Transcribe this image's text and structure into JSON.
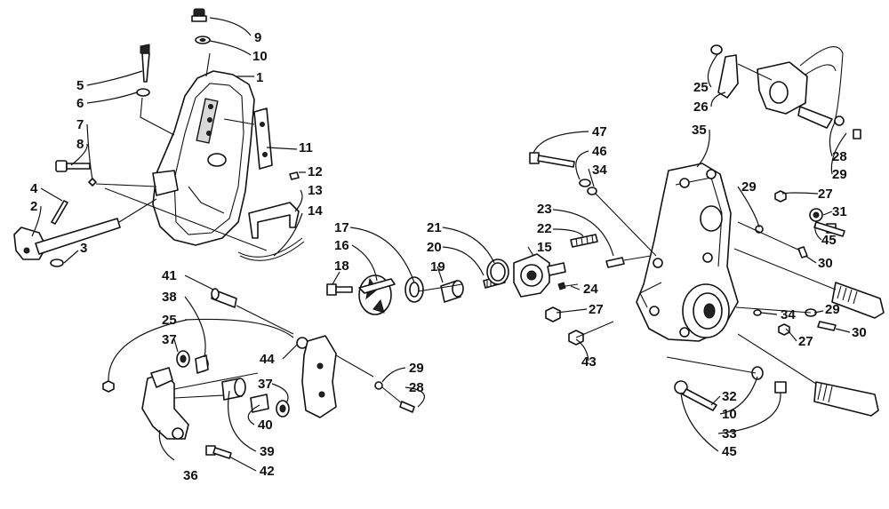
{
  "diagram": {
    "callouts": [
      {
        "id": "c-9",
        "text": "9"
      },
      {
        "id": "c-10a",
        "text": "10"
      },
      {
        "id": "c-1",
        "text": "1"
      },
      {
        "id": "c-5",
        "text": "5"
      },
      {
        "id": "c-6",
        "text": "6"
      },
      {
        "id": "c-7",
        "text": "7"
      },
      {
        "id": "c-8",
        "text": "8"
      },
      {
        "id": "c-4",
        "text": "4"
      },
      {
        "id": "c-2",
        "text": "2"
      },
      {
        "id": "c-3",
        "text": "3"
      },
      {
        "id": "c-11",
        "text": "11"
      },
      {
        "id": "c-12",
        "text": "12"
      },
      {
        "id": "c-13",
        "text": "13"
      },
      {
        "id": "c-14",
        "text": "14"
      },
      {
        "id": "c-17",
        "text": "17"
      },
      {
        "id": "c-16",
        "text": "16"
      },
      {
        "id": "c-18",
        "text": "18"
      },
      {
        "id": "c-21",
        "text": "21"
      },
      {
        "id": "c-20",
        "text": "20"
      },
      {
        "id": "c-19",
        "text": "19"
      },
      {
        "id": "c-23",
        "text": "23"
      },
      {
        "id": "c-22",
        "text": "22"
      },
      {
        "id": "c-15",
        "text": "15"
      },
      {
        "id": "c-24",
        "text": "24"
      },
      {
        "id": "c-27a",
        "text": "27"
      },
      {
        "id": "c-43",
        "text": "43"
      },
      {
        "id": "c-47",
        "text": "47"
      },
      {
        "id": "c-46",
        "text": "46"
      },
      {
        "id": "c-34a",
        "text": "34"
      },
      {
        "id": "c-35",
        "text": "35"
      },
      {
        "id": "c-25a",
        "text": "25"
      },
      {
        "id": "c-26",
        "text": "26"
      },
      {
        "id": "c-28a",
        "text": "28"
      },
      {
        "id": "c-29a",
        "text": "29"
      },
      {
        "id": "c-29b",
        "text": "29"
      },
      {
        "id": "c-27b",
        "text": "27"
      },
      {
        "id": "c-31",
        "text": "31"
      },
      {
        "id": "c-45a",
        "text": "45"
      },
      {
        "id": "c-30a",
        "text": "30"
      },
      {
        "id": "c-34b",
        "text": "34"
      },
      {
        "id": "c-29c",
        "text": "29"
      },
      {
        "id": "c-27c",
        "text": "27"
      },
      {
        "id": "c-30b",
        "text": "30"
      },
      {
        "id": "c-32",
        "text": "32"
      },
      {
        "id": "c-10b",
        "text": "10"
      },
      {
        "id": "c-33",
        "text": "33"
      },
      {
        "id": "c-45b",
        "text": "45"
      },
      {
        "id": "c-41",
        "text": "41"
      },
      {
        "id": "c-38",
        "text": "38"
      },
      {
        "id": "c-25b",
        "text": "25"
      },
      {
        "id": "c-37a",
        "text": "37"
      },
      {
        "id": "c-44",
        "text": "44"
      },
      {
        "id": "c-29d",
        "text": "29"
      },
      {
        "id": "c-28b",
        "text": "28"
      },
      {
        "id": "c-37b",
        "text": "37"
      },
      {
        "id": "c-40",
        "text": "40"
      },
      {
        "id": "c-39",
        "text": "39"
      },
      {
        "id": "c-36",
        "text": "36"
      },
      {
        "id": "c-42",
        "text": "42"
      }
    ]
  }
}
